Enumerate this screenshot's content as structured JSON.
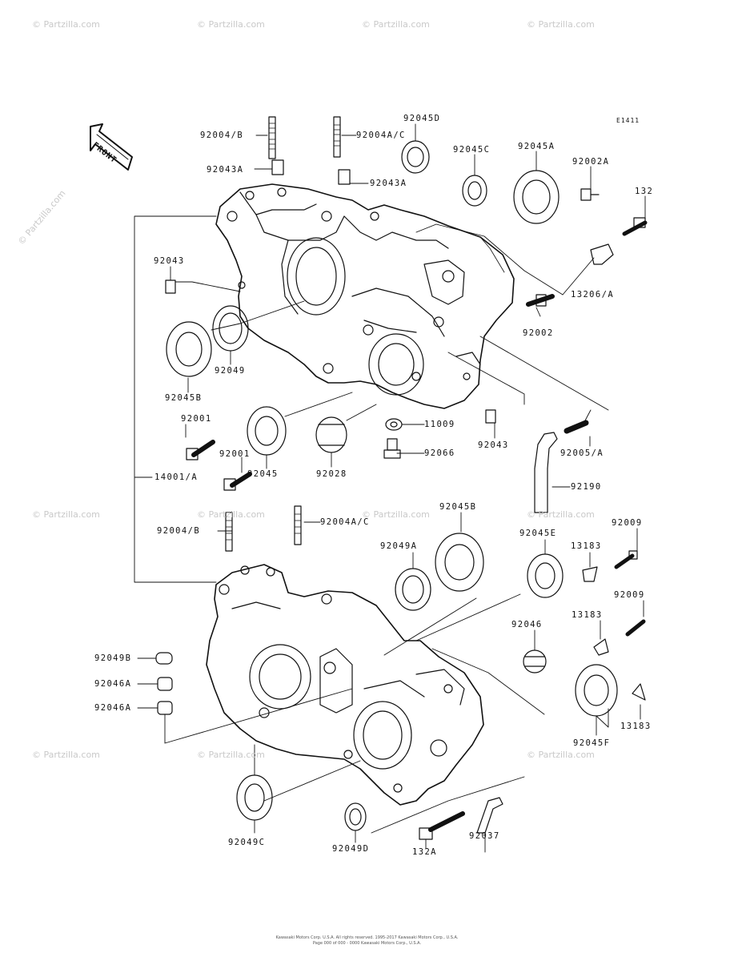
{
  "watermark": "© Partzilla.com",
  "diagram_code": "E1411",
  "front_label": "FRONT",
  "labels": {
    "p92004B_top": "92004/B",
    "p92004AC_top": "92004A/C",
    "p92045D": "92045D",
    "p92045C": "92045C",
    "p92045A": "92045A",
    "p92002A": "92002A",
    "p132": "132",
    "p92043A_left": "92043A",
    "p92043A_right": "92043A",
    "p92043_left": "92043",
    "p13206A": "13206/A",
    "p92002": "92002",
    "p92049": "92049",
    "p92045B_top": "92045B",
    "p92001_a": "92001",
    "p92001_b": "92001",
    "p92045": "92045",
    "p92028": "92028",
    "p11009": "11009",
    "p92066": "92066",
    "p92043_right": "92043",
    "p92005A": "92005/A",
    "p14001A": "14001/A",
    "p92190": "92190",
    "p92004B_bot": "92004/B",
    "p92004AC_bot": "92004A/C",
    "p92045B_bot": "92045B",
    "p92049A": "92049A",
    "p92045E": "92045E",
    "p92009_a": "92009",
    "p13183_a": "13183",
    "p92009_b": "92009",
    "p13183_b": "13183",
    "p92046": "92046",
    "p92049B": "92049B",
    "p92046A_a": "92046A",
    "p92046A_b": "92046A",
    "p13183_c": "13183",
    "p92045F": "92045F",
    "p92049C": "92049C",
    "p92049D": "92049D",
    "p132A": "132A",
    "p92037": "92037"
  },
  "footer": {
    "line1": "Kawasaki Motors Corp. U.S.A. All rights reserved. 1995-2017 Kawasaki Motors Corp., U.S.A.",
    "line2": "Page 000 of 000 - 0000 Kawasaki Motors Corp., U.S.A."
  }
}
